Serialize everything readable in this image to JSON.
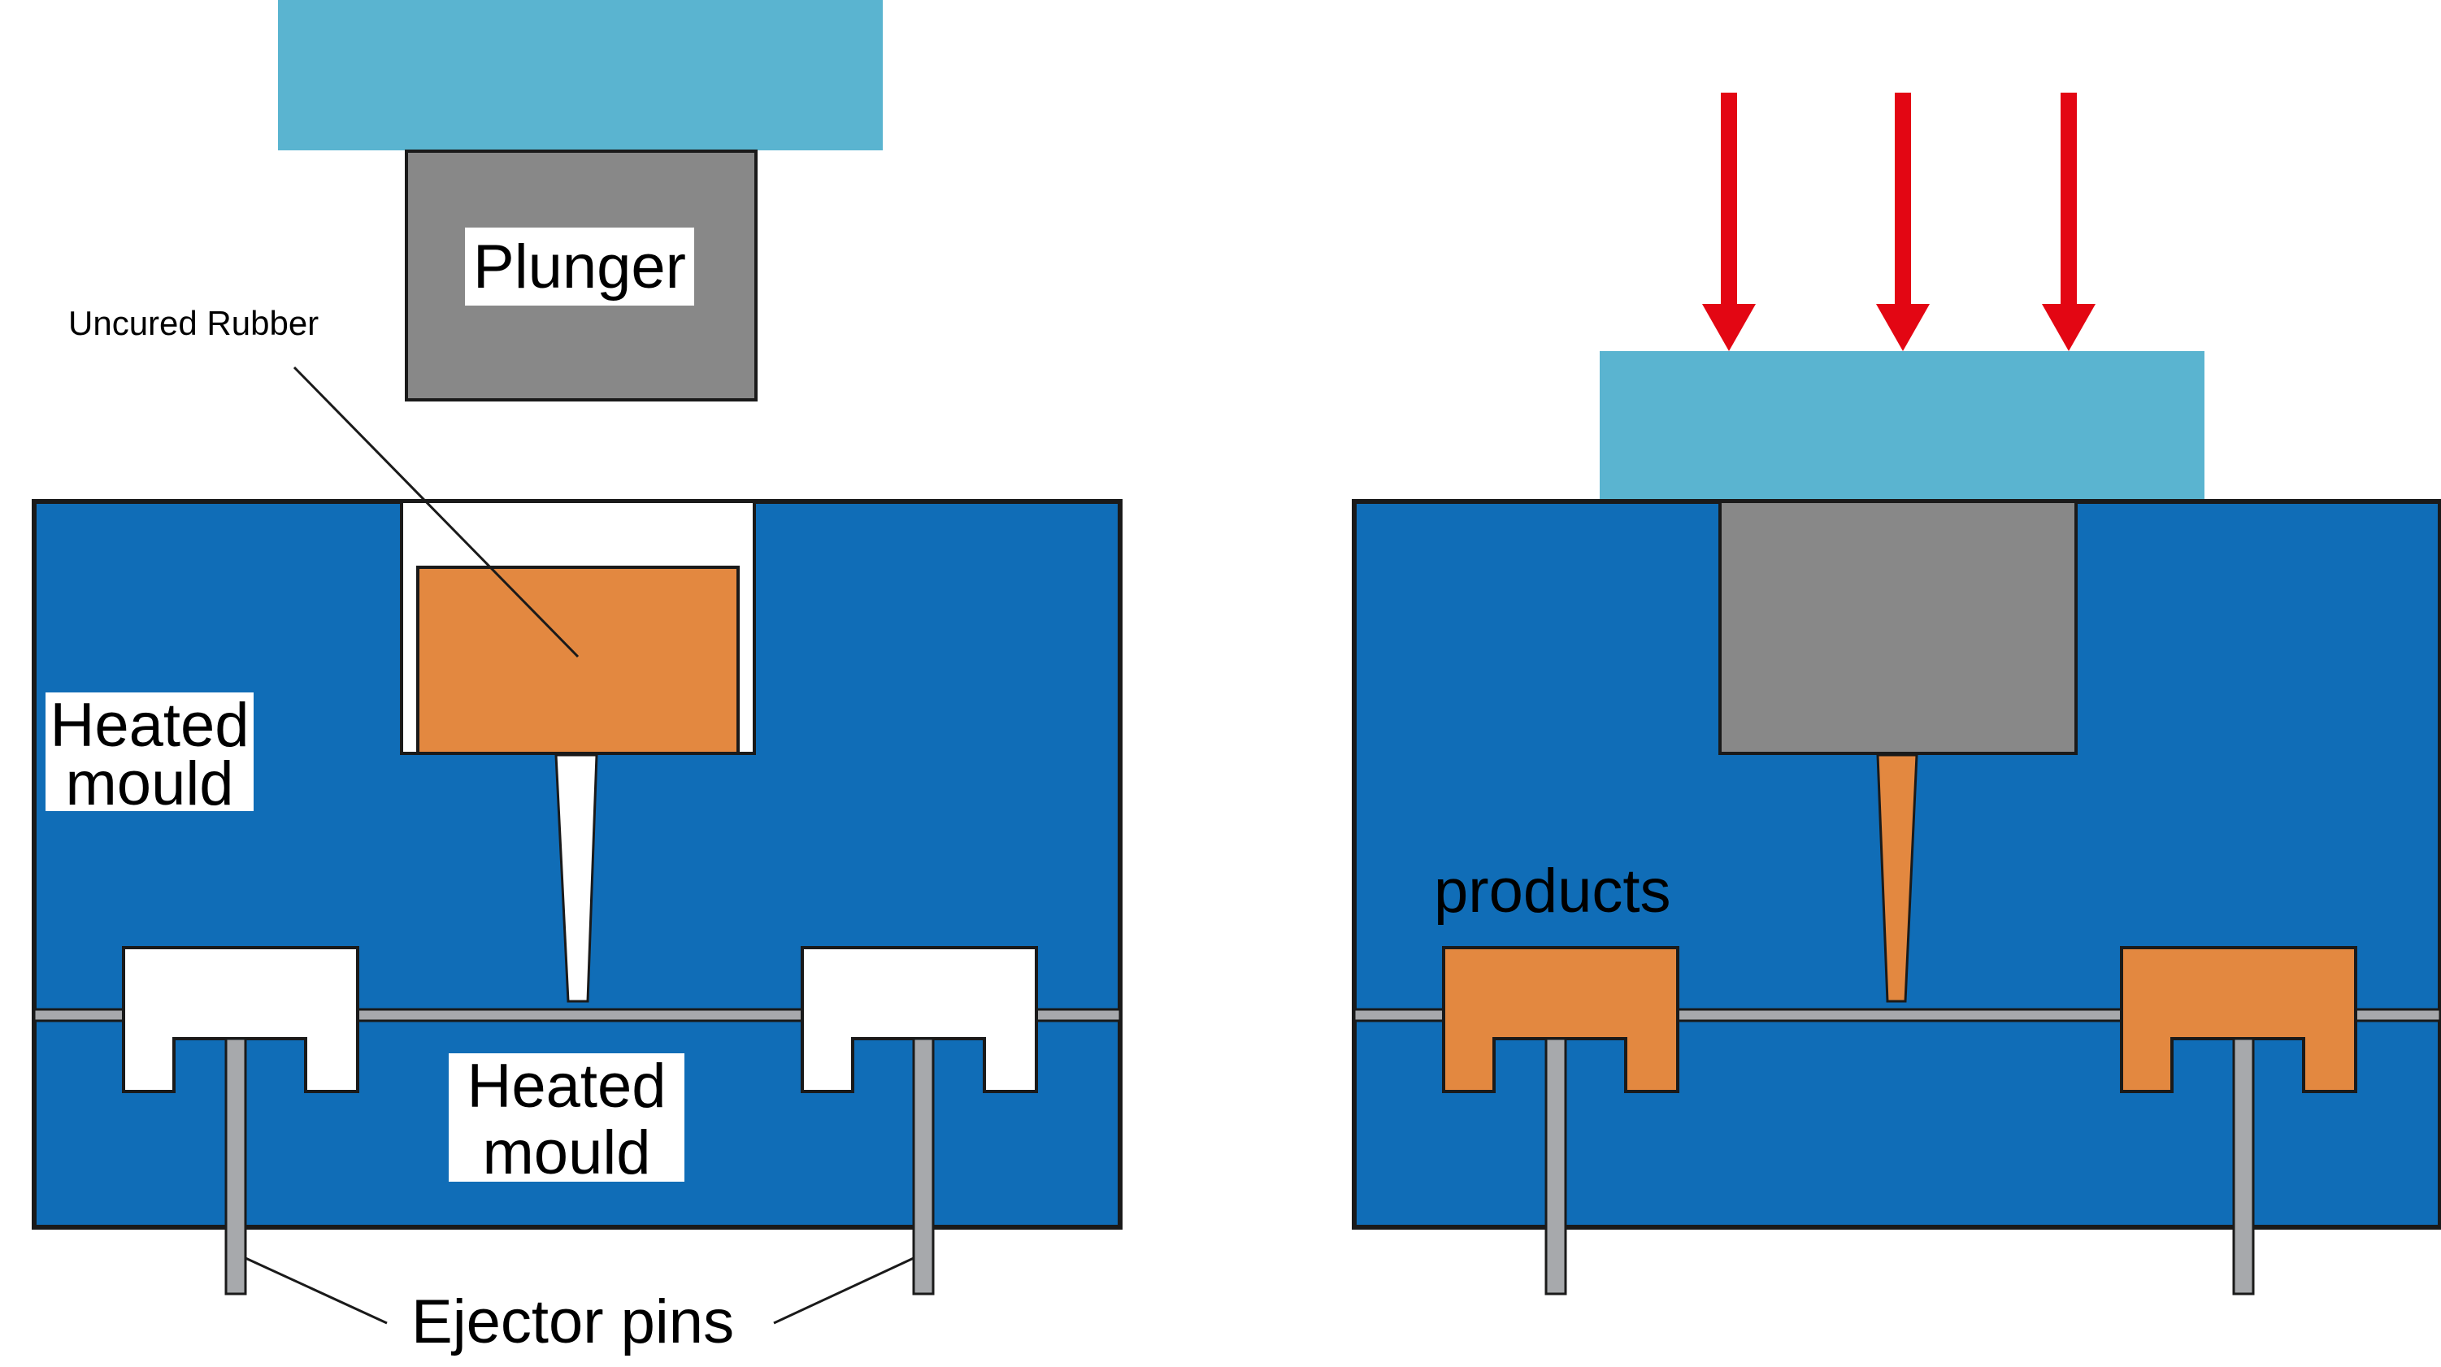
{
  "labels": {
    "plunger": "Plunger",
    "uncured_rubber": "Uncured Rubber",
    "heated_mould_top_line1": "Heated",
    "heated_mould_top_line2": "mould",
    "heated_mould_bottom_line1": "Heated",
    "heated_mould_bottom_line2": "mould",
    "ejector_pins": "Ejector pins",
    "products": "products"
  },
  "colors": {
    "mould_blue": "#106db7",
    "press_plate": "#5ab4d0",
    "plunger_gray": "#888888",
    "rubber_orange": "#e38840",
    "pin_gray": "#a7a9ac",
    "force_arrow_red": "#e30613",
    "outline": "#1a1a1a"
  }
}
